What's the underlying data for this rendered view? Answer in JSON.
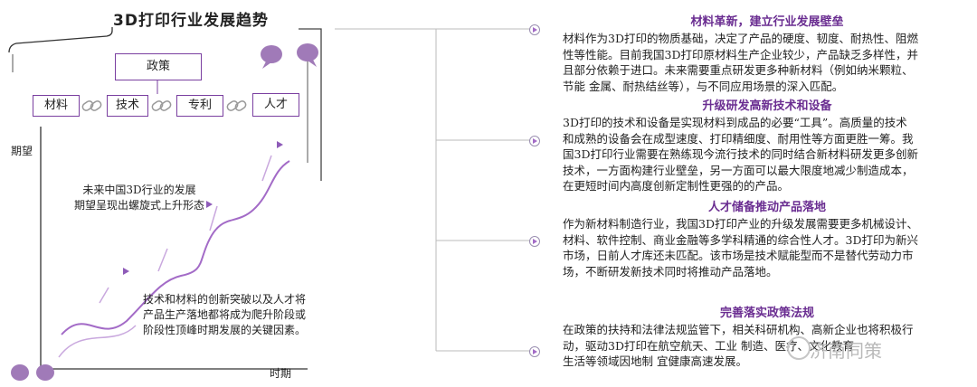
{
  "title": "3D打印行业发展趋势",
  "boxes": {
    "policy": "政策",
    "materials": "材料",
    "technology": "技术",
    "patent": "专利",
    "talent": "人才"
  },
  "axes": {
    "y": "期望",
    "x": "时期"
  },
  "annotations": {
    "top": [
      "未来中国3D行业的发展",
      "期望呈现出螺旋式上升形态"
    ],
    "bottom": [
      "技术和材料的创新突破以及人才将",
      "产品生产落地都将成为爬升阶段或",
      "阶段性顶峰时期发展的关键因素。"
    ]
  },
  "sections": [
    {
      "title": "材料革新，建立行业发展壁垒",
      "lines": [
        "材料作为3D打印的物质基础，决定了产品的硬度、韧度、耐热性、阻燃",
        "性等性能。目前我国3D打印原材料生产企业较少，产品缺乏多样性，并",
        "且部分依赖于进口。未来需要重点研发更多种新材料（例如纳米颗粒、",
        "节能 金属、耐热结丝等），与不同应用场景的深入匹配。"
      ]
    },
    {
      "title": "升级研发高新技术和设备",
      "lines": [
        "3D打印的技术和设备是实现材料到成品的必要“工具”。高质量的技术",
        "和成熟的设备会在成型速度、打印精细度、耐用性等方面更胜一筹。我",
        "国3D打印行业需要在熟练现今流行技术的同时结合新材料研发更多创新",
        "技术，一方面构建行业壁垒，另一方面可以最大限度地减少制造成本，",
        "在更短时间内高度创新定制性更强的的产品。"
      ]
    },
    {
      "title": "人才储备推动产品落地",
      "lines": [
        "作为新材料制造行业，我国3D打印产业的升级发展需要更多机械设计、",
        "材料、软件控制、商业金融等多学科精通的综合性人才。3D打印为新兴",
        "市场，日前人才库还未匹配。该市场是技术赋能型而不是替代劳动力市",
        "场，不断研发新技术同时将推动产品落地。"
      ]
    },
    {
      "title": "完善落实政策法规",
      "lines": [
        "在政策的扶持和法律法规监管下，相关科研机构、高新企业也将积极行",
        "动，驱动3D打印在航空航天、工业 制造、医疗、文化教育",
        "生活等领域因地制 宜健康高速发展。"
      ]
    }
  ],
  "watermark": "济南同策"
}
